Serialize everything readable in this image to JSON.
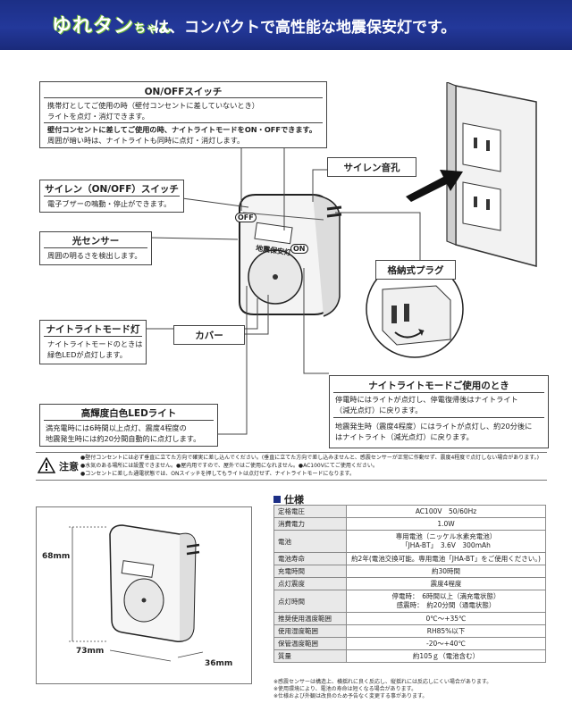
{
  "banner": {
    "logo_main": "ゆれタン",
    "logo_sub": "ちゃん",
    "tagline": "は、コンパクトで高性能な地震保安灯です。"
  },
  "onoff": {
    "title": "ON/OFFスイッチ",
    "text1": "携帯灯としてご使用の時（壁付コンセントに差していないとき）\nライトを点灯・消灯できます。",
    "text2_bold": "壁付コンセントに差してご使用の時、ナイトライトモードをON・OFFできます。",
    "text2": "周囲が暗い時は、ナイトライトも同時に点灯・消灯します。"
  },
  "siren_hole": {
    "title": "サイレン音孔"
  },
  "siren_switch": {
    "title": "サイレン（ON/OFF）スイッチ",
    "text": "電子ブザーの鳴動・停止ができます。"
  },
  "light_sensor": {
    "title": "光センサー",
    "text": "周囲の明るさを検出します。"
  },
  "plug": {
    "title": "格納式プラグ"
  },
  "nightlight_lamp": {
    "title": "ナイトライトモード灯",
    "text": "ナイトライトモードのときは\n緑色LEDが点灯します。"
  },
  "cover": {
    "title": "カバー"
  },
  "nightlight_use": {
    "title": "ナイトライトモードご使用のとき",
    "text1": "停電時にはライトが点灯し、停電復帰後はナイトライト\n（減光点灯）に戻ります。",
    "text2": "地震発生時（震度4程度）にはライトが点灯し、約20分後に\nはナイトライト（減光点灯）に戻ります。"
  },
  "led": {
    "title": "高輝度白色LEDライト",
    "text": "満充電時には6時間以上点灯、震度4程度の\n地震発生時には約20分間自動的に点灯します。"
  },
  "device": {
    "off_label": "OFF",
    "on_label": "ON",
    "face_label": "地震保安灯"
  },
  "caution": {
    "label": "注意",
    "lines": "●壁付コンセントには必ず垂直に立てた方向で確実に差し込んでください。(垂直に立てた方向で差し込みませんと、感震センサーが正常に作動せず、震度4程度で点灯しない場合があります。)\n●水気のある場所には設置できません。●屋内用ですので、屋外ではご使用になれません。●AC100Vにてご使用ください。\n●コンセントに差した通電状態では、ONスイッチを押してもライトは点灯せず、ナイトライトモードになります。"
  },
  "dimensions": {
    "height": "68mm",
    "width": "73mm",
    "depth": "36mm"
  },
  "spec": {
    "title": "仕様",
    "rows": [
      {
        "k": "定格電圧",
        "v": "AC100V　50/60Hz"
      },
      {
        "k": "消費電力",
        "v": "1.0W"
      },
      {
        "k": "電池",
        "v": "専用電池（ニッケル水素充電池）\n「JHA-BT」　3.6V　300mAh"
      },
      {
        "k": "電池寿命",
        "v": "約2年(電池交換可能。専用電池「JHA-BT」をご使用ください。)"
      },
      {
        "k": "充電時間",
        "v": "約30時間"
      },
      {
        "k": "点灯震度",
        "v": "震度4程度"
      },
      {
        "k": "点灯時間",
        "v": "停電時：　6時間以上（満充電状態）\n感震時：　約20分間（通電状態）"
      },
      {
        "k": "推奨使用温度範囲",
        "v": "0℃～+35℃"
      },
      {
        "k": "使用湿度範囲",
        "v": "RH85%以下"
      },
      {
        "k": "保管温度範囲",
        "v": "-20～+40℃"
      },
      {
        "k": "質量",
        "v": "約105ｇ（電池含む）"
      }
    ],
    "notes": "※感震センサーは構造上、横揺れに良く反応し、縦揺れには反応しにくい場合があります。\n※使用環境により、電池の寿命は短くなる場合があります。\n※仕様および外観は改良のため予告なく変更する事があります。"
  }
}
